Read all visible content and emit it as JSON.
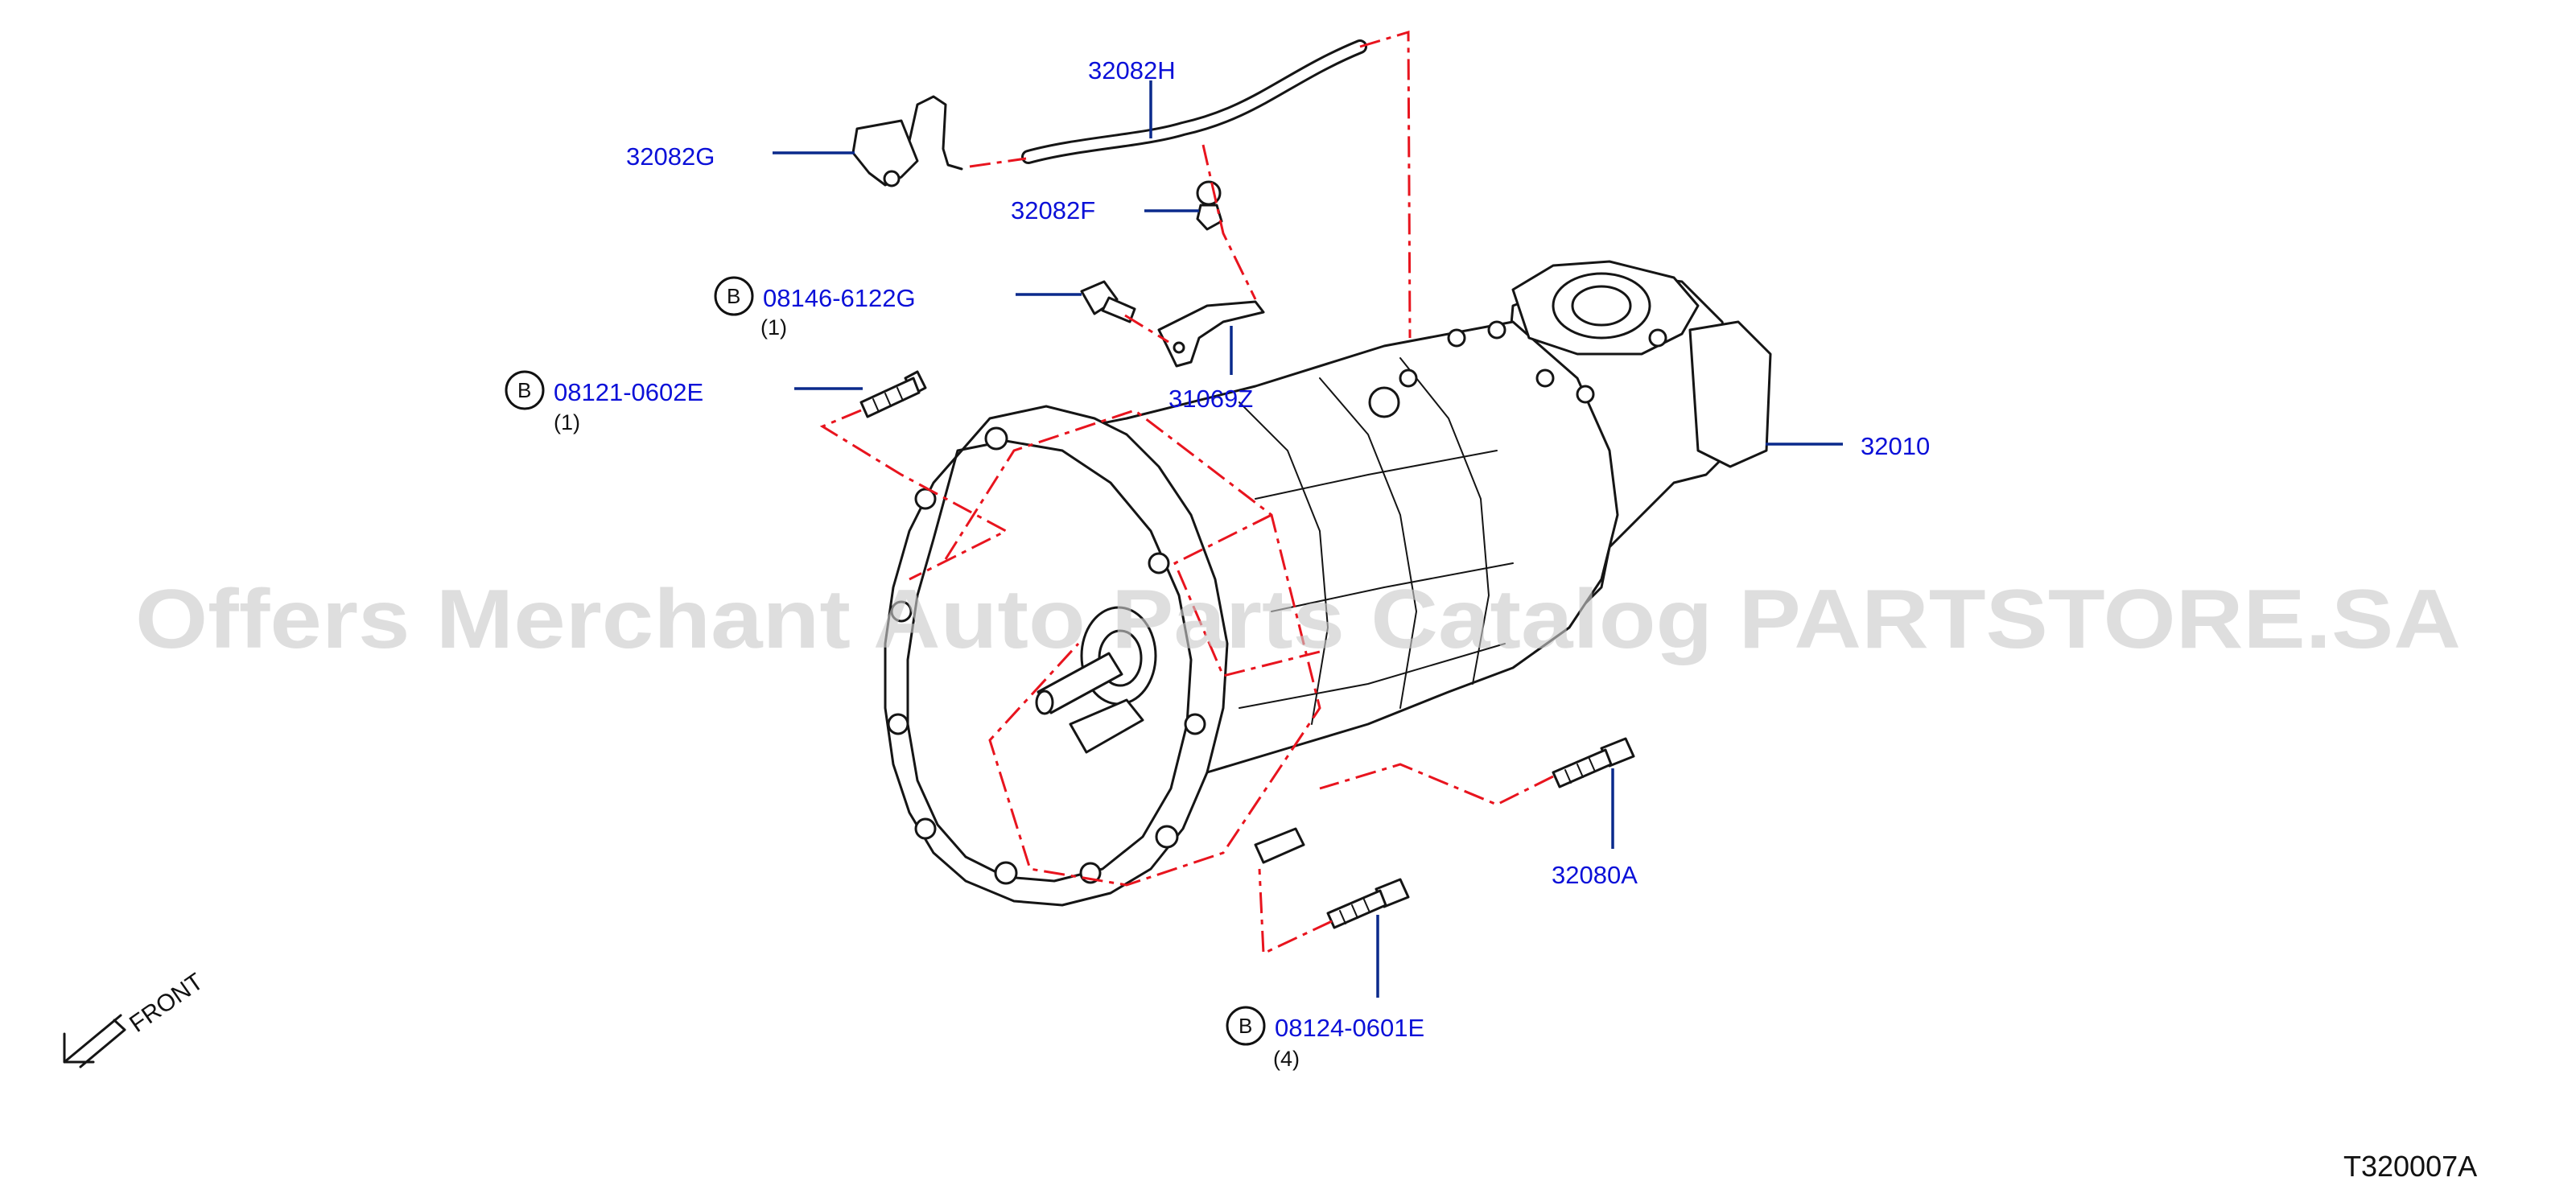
{
  "diagram_code": "T320007A",
  "watermark": "Offers Merchant Auto Parts Catalog PARTSTORE.SA",
  "front_label": "FRONT",
  "bolt_badge": "B",
  "colors": {
    "callout": "#0b10d8",
    "leader": "#0a2a8c",
    "phantom": "#e8141e",
    "watermark": "#c9c9c9"
  },
  "callouts": {
    "p32082H": "32082H",
    "p32082G": "32082G",
    "p32082F": "32082F",
    "p08146": "08146-6122G",
    "p08146_qty": "(1)",
    "p31069Z": "31069Z",
    "p08121": "08121-0602E",
    "p08121_qty": "(1)",
    "p32010": "32010",
    "p32080A": "32080A",
    "p08124": "08124-0601E",
    "p08124_qty": "(4)"
  }
}
